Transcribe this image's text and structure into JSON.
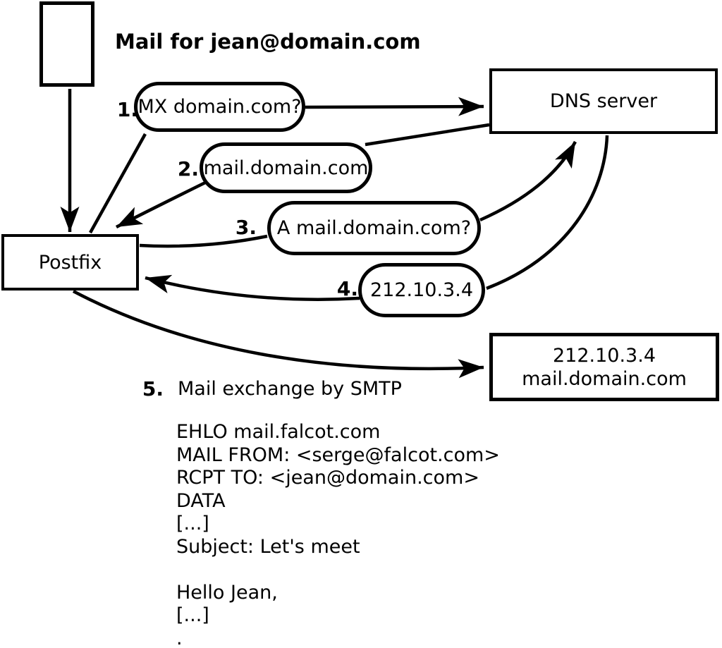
{
  "diagram": {
    "title": "Mail for jean@domain.com",
    "nodes": {
      "postfix": {
        "label": "Postfix"
      },
      "dns": {
        "label": "DNS server"
      },
      "destination": {
        "line1": "212.10.3.4",
        "line2": "mail.domain.com"
      }
    },
    "steps": [
      {
        "num": "1.",
        "label": "MX domain.com?"
      },
      {
        "num": "2.",
        "label": "mail.domain.com"
      },
      {
        "num": "3.",
        "label": "A mail.domain.com?"
      },
      {
        "num": "4.",
        "label": "212.10.3.4"
      },
      {
        "num": "5.",
        "label": "Mail exchange by SMTP"
      }
    ],
    "smtp_session": {
      "lines": [
        "EHLO mail.falcot.com",
        "MAIL FROM: <serge@falcot.com>",
        "RCPT TO: <jean@domain.com>",
        "DATA",
        "[...]",
        "Subject: Let's meet",
        "",
        "Hello Jean,",
        "[...]",
        "."
      ]
    },
    "colors": {
      "stroke": "#000000",
      "background": "#ffffff"
    }
  }
}
